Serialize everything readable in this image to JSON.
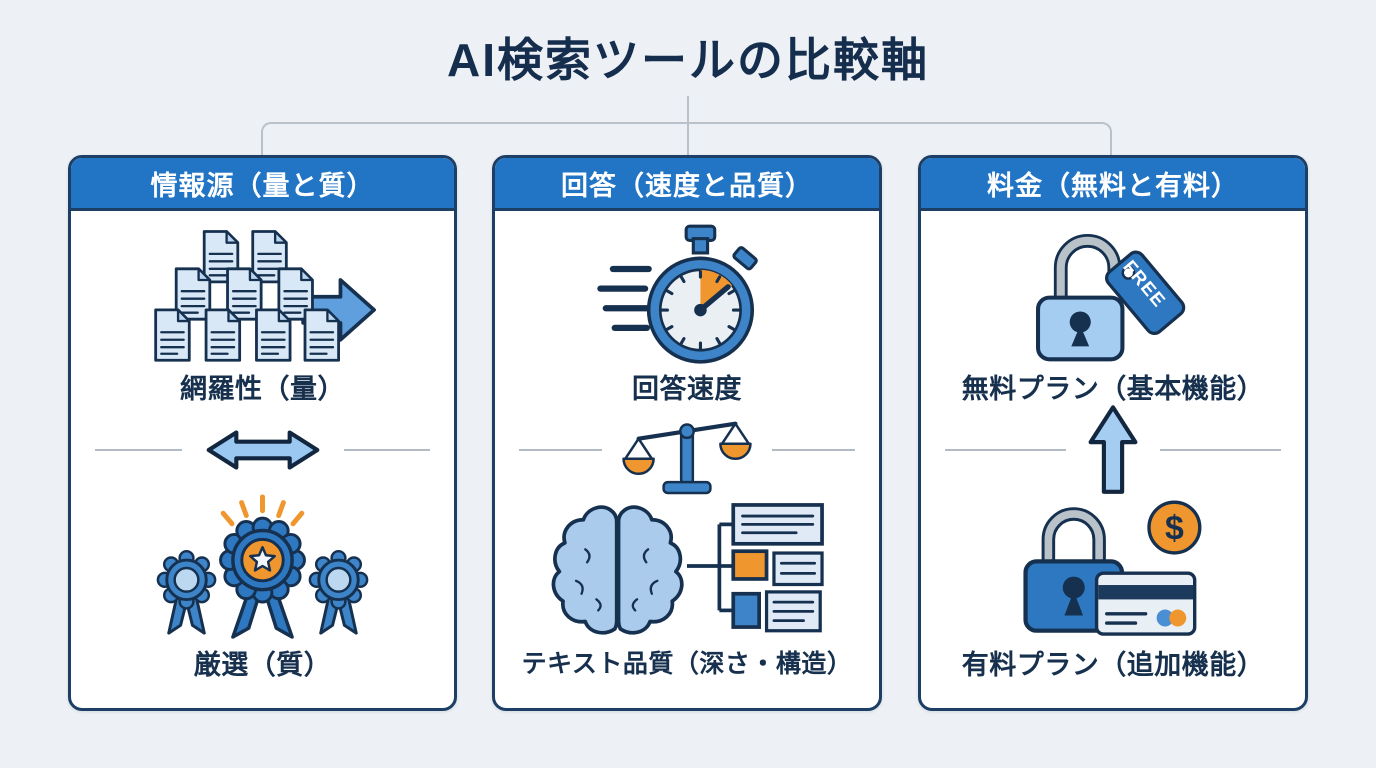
{
  "title": "AI検索ツールの比較軸",
  "columns": [
    {
      "header": "情報源（量と質）",
      "top": {
        "icon": "documents-flow-icon",
        "label": "網羅性（量）"
      },
      "middle": {
        "icon": "double-arrow-icon"
      },
      "bottom": {
        "icon": "award-ribbons-icon",
        "label": "厳選（質）"
      }
    },
    {
      "header": "回答（速度と品質）",
      "top": {
        "icon": "stopwatch-icon",
        "label": "回答速度"
      },
      "middle": {
        "icon": "balance-scale-icon"
      },
      "bottom": {
        "icon": "brain-structure-icon",
        "label": "テキスト品質（深さ・構造）"
      }
    },
    {
      "header": "料金（無料と有料）",
      "top": {
        "icon": "unlocked-padlock-free-tag-icon",
        "label": "無料プラン（基本機能）"
      },
      "middle": {
        "icon": "up-arrow-icon"
      },
      "bottom": {
        "icon": "locked-padlock-payment-icon",
        "label": "有料プラン（追加機能）"
      }
    }
  ],
  "icon_text": {
    "free_tag": "FREE",
    "coin_symbol": "$"
  },
  "colors": {
    "background": "#edf1f5",
    "card_border": "#1d3f66",
    "header_bg": "#2274c5",
    "header_text": "#ffffff",
    "title_text": "#162e4d",
    "label_text": "#16304e",
    "accent_orange": "#f0962e",
    "accent_blue": "#3d85c8",
    "light_blue": "#a5cdf2",
    "divider_gray": "#b3bcc5",
    "connector_gray": "#b9c2cb"
  }
}
